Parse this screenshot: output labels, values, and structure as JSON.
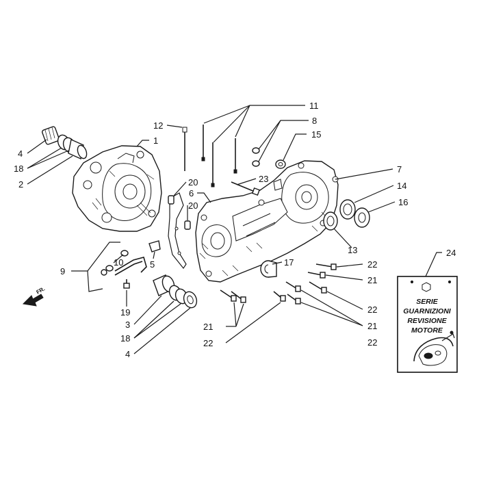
{
  "labels": {
    "l1": "1",
    "l2": "2",
    "l3": "3",
    "l4a": "4",
    "l4b": "4",
    "l5": "5",
    "l6": "6",
    "l7": "7",
    "l8": "8",
    "l9": "9",
    "l10": "10",
    "l11": "11",
    "l12": "12",
    "l13": "13",
    "l14": "14",
    "l15": "15",
    "l16": "16",
    "l17": "17",
    "l18a": "18",
    "l18b": "18",
    "l19": "19",
    "l20a": "20",
    "l20b": "20",
    "l21a": "21",
    "l21b": "21",
    "l21c": "21",
    "l22a": "22",
    "l22b": "22",
    "l22c": "22",
    "l22d": "22",
    "l23": "23",
    "l24": "24"
  },
  "kit_card": {
    "line1": "SERIE",
    "line2": "GUARNIZIONI",
    "line3": "REVISIONE",
    "line4": "MOTORE"
  },
  "front_marker": "FR."
}
